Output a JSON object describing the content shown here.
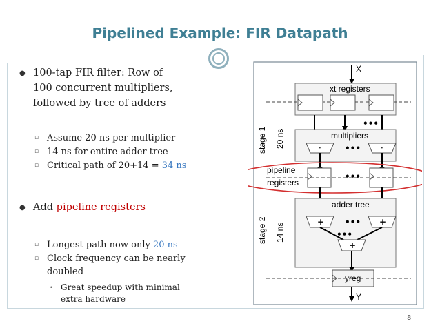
{
  "slide": {
    "title": "Pipelined  Example: FIR Datapath",
    "page_number": "8",
    "bullets": [
      {
        "text_lines": [
          "100-tap FIR filter: Row of",
          "100 concurrent multipliers,",
          "followed by tree of adders"
        ]
      },
      {
        "sub": [
          {
            "prefix": "Assume 20 ns per multiplier",
            "highlight": ""
          },
          {
            "prefix": "14 ns for entire adder tree",
            "highlight": ""
          },
          {
            "prefix": "Critical path of 20+14 = ",
            "highlight": "34 ns"
          }
        ]
      },
      {
        "text_lines": [
          "Add "
        ],
        "highlight": "pipeline registers"
      },
      {
        "sub": [
          {
            "prefix": "Longest path now only ",
            "highlight": "20 ns"
          },
          {
            "prefix": "Clock frequency can be nearly",
            "highlight": ""
          },
          {
            "prefix": "doubled",
            "highlight": ""
          }
        ]
      },
      {
        "subsub": [
          "Great speedup with minimal",
          "extra hardware"
        ]
      }
    ],
    "colors": {
      "title": "#3f7f94",
      "highlight_blue": "#3b7ac1",
      "highlight_red": "#c00000",
      "ellipse": "#d32f2f"
    }
  },
  "diagram": {
    "input_label": "X",
    "output_label": "Y",
    "xt_registers": "xt registers",
    "multipliers": "multipliers",
    "pipeline_line1": "pipeline",
    "pipeline_line2": "registers",
    "adder_tree": "adder tree",
    "yreg": "yreg",
    "stage1": "stage 1",
    "stage1_time": "20 ns",
    "stage2": "stage 2",
    "stage2_time": "14 ns",
    "dots": "•••",
    "mult_symbol": "·",
    "add_symbol": "+"
  }
}
